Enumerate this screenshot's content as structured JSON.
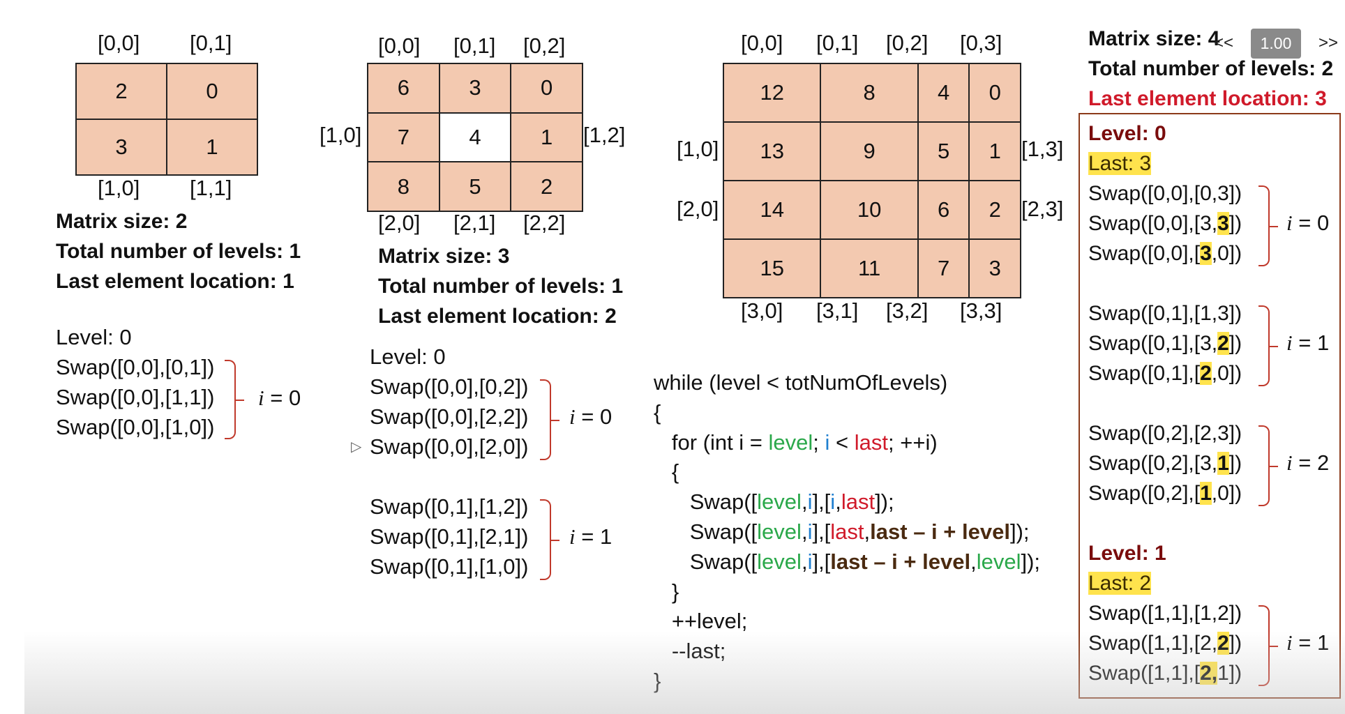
{
  "matrix2": {
    "top_labels": [
      "[0,0]",
      "[0,1]"
    ],
    "bottom_labels": [
      "[1,0]",
      "[1,1]"
    ],
    "cells": [
      [
        "2",
        "0"
      ],
      [
        "3",
        "1"
      ]
    ],
    "info": [
      "Matrix size: 2",
      "Total number of levels: 1",
      "Last element location: 1"
    ],
    "level": "Level: 0",
    "swaps": [
      "Swap([0,0],[0,1])",
      "Swap([0,0],[1,1])",
      "Swap([0,0],[1,0])"
    ],
    "i_label": "= 0"
  },
  "matrix3": {
    "top_labels": [
      "[0,0]",
      "[0,1]",
      "[0,2]"
    ],
    "bottom_labels": [
      "[2,0]",
      "[2,1]",
      "[2,2]"
    ],
    "left_label": "[1,0]",
    "right_label": "[1,2]",
    "cells": [
      [
        "6",
        "3",
        "0"
      ],
      [
        "7",
        "4",
        "1"
      ],
      [
        "8",
        "5",
        "2"
      ]
    ],
    "info": [
      "Matrix size: 3",
      "Total number of levels: 1",
      "Last element location: 2"
    ],
    "level": "Level: 0",
    "swaps_i0": [
      "Swap([0,0],[0,2])",
      "Swap([0,0],[2,2])",
      "Swap([0,0],[2,0])"
    ],
    "swaps_i1": [
      "Swap([0,1],[1,2])",
      "Swap([0,1],[2,1])",
      "Swap([0,1],[1,0])"
    ],
    "i_labels": [
      "= 0",
      "= 1"
    ]
  },
  "matrix4": {
    "top_labels": [
      "[0,0]",
      "[0,1]",
      "[0,2]",
      "[0,3]"
    ],
    "bottom_labels": [
      "[3,0]",
      "[3,1]",
      "[3,2]",
      "[3,3]"
    ],
    "left_labels": [
      "[1,0]",
      "[2,0]"
    ],
    "right_labels": [
      "[1,3]",
      "[2,3]"
    ],
    "cells": [
      [
        "12",
        "8",
        "4",
        "0"
      ],
      [
        "13",
        "9",
        "5",
        "1"
      ],
      [
        "14",
        "10",
        "6",
        "2"
      ],
      [
        "15",
        "11",
        "7",
        "3"
      ]
    ]
  },
  "code": {
    "line1": "while (level < totNumOfLevels)",
    "open1": "{",
    "for_a": "for (int i = ",
    "for_level": "level",
    "for_sep1": "; ",
    "for_i": "i",
    "for_lt": " < ",
    "for_last": "last",
    "for_end": "; ++i)",
    "open2": "{",
    "s1_a": "Swap([",
    "s1_level": "level",
    "s1_comma": ",",
    "s1_i": "i",
    "s1_mid": "],[",
    "s1_i2": "i",
    "s1_c2": ",",
    "s1_last": "last",
    "s1_end": "]);",
    "s2_a": "Swap([",
    "s2_level": "level",
    "s2_comma": ",",
    "s2_i": "i",
    "s2_mid": "],[",
    "s2_last": "last",
    "s2_c2": ",",
    "s2_expr": "last – i + level",
    "s2_end": "]);",
    "s3_a": "Swap([",
    "s3_level": "level",
    "s3_comma": ",",
    "s3_i": "i",
    "s3_mid": "],[",
    "s3_expr": "last – i + level",
    "s3_c2": ",",
    "s3_level2": "level",
    "s3_end": "]);",
    "close2": "}",
    "inc": "++level;",
    "dec": "--last;",
    "close1": "}"
  },
  "right_panel": {
    "info": [
      "Matrix size: 4",
      "Total number of levels: 2",
      "Last element location: 3"
    ],
    "level0": "Level: 0",
    "last0": "Last: 3",
    "level1": "Level: 1",
    "last1": "Last: 2",
    "groups": [
      {
        "i_label": "= 0",
        "lines": [
          {
            "pre": "Swap([0,0],[0,3])",
            "hl": "",
            "post": ""
          },
          {
            "pre": "Swap([0,0],[3,",
            "hl": "3",
            "post": "])"
          },
          {
            "pre": "Swap([0,0],[",
            "hl": "3",
            "post": ",0])"
          }
        ]
      },
      {
        "i_label": "= 1",
        "lines": [
          {
            "pre": "Swap([0,1],[1,3])",
            "hl": "",
            "post": ""
          },
          {
            "pre": "Swap([0,1],[3,",
            "hl": "2",
            "post": "])"
          },
          {
            "pre": "Swap([0,1],[",
            "hl": "2",
            "post": ",0])"
          }
        ]
      },
      {
        "i_label": "= 2",
        "lines": [
          {
            "pre": "Swap([0,2],[2,3])",
            "hl": "",
            "post": ""
          },
          {
            "pre": "Swap([0,2],[3,",
            "hl": "1",
            "post": "])"
          },
          {
            "pre": "Swap([0,2],[",
            "hl": "1",
            "post": ",0])"
          }
        ]
      },
      {
        "i_label": "= 1",
        "lines": [
          {
            "pre": "Swap([1,1],[1,2])",
            "hl": "",
            "post": ""
          },
          {
            "pre": "Swap([1,1],[2,",
            "hl": "2",
            "post": "])"
          },
          {
            "pre": "Swap([1,1],[",
            "hl": "2,",
            "post": "1])"
          }
        ]
      }
    ]
  },
  "player": {
    "prev": "<<",
    "speed": "1.00",
    "next": ">>"
  }
}
